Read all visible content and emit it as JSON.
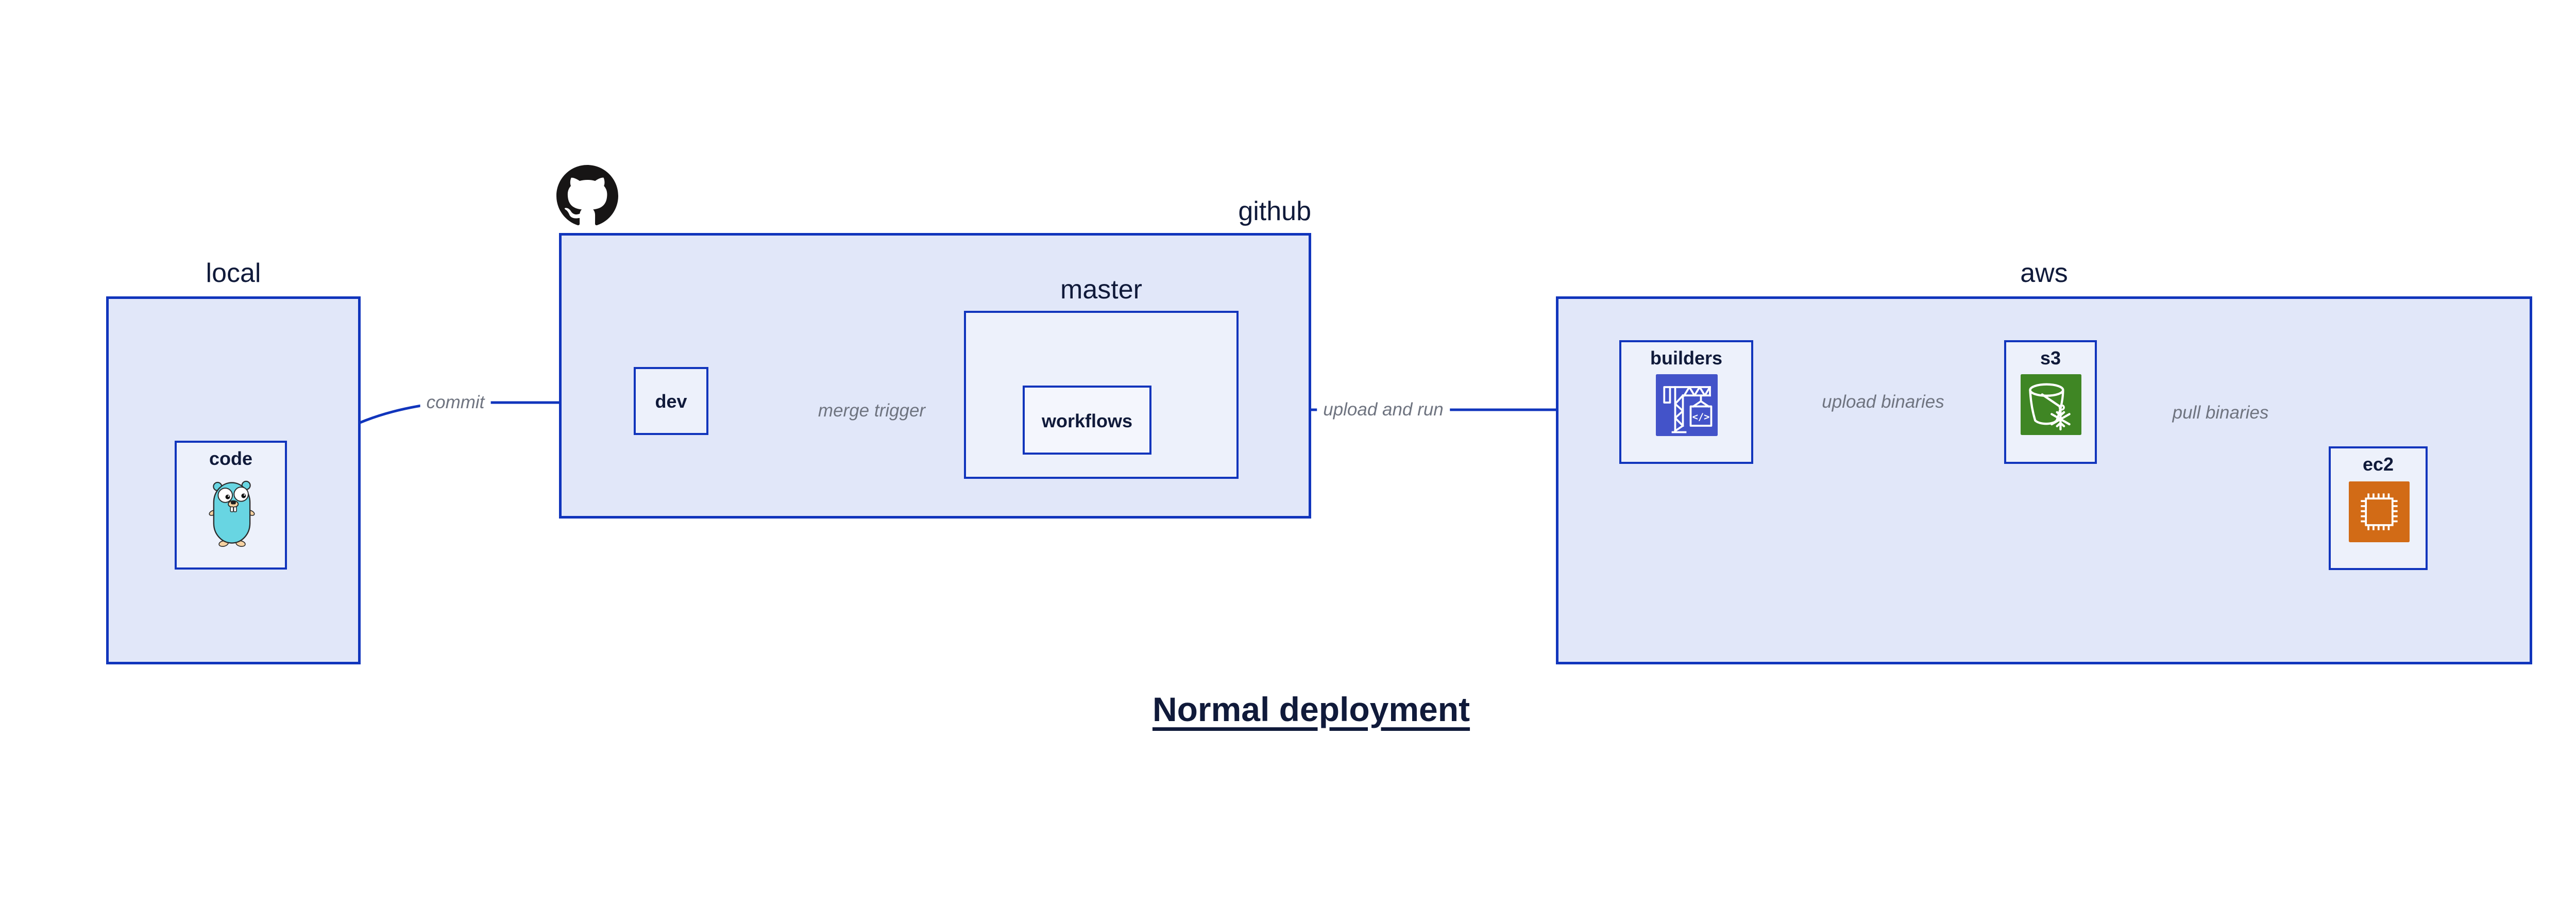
{
  "diagram_title": {
    "text": "Normal deployment"
  },
  "containers": {
    "local": {
      "label": "local"
    },
    "github": {
      "label": "github"
    },
    "master": {
      "label": "master"
    },
    "aws": {
      "label": "aws"
    }
  },
  "nodes": {
    "code": {
      "label": "code",
      "icon": "go-gopher"
    },
    "dev": {
      "label": "dev"
    },
    "workflows": {
      "label": "workflows"
    },
    "builders": {
      "label": "builders",
      "icon": "aws-codebuild-crane"
    },
    "s3": {
      "label": "s3",
      "icon": "aws-s3-glacier-bucket"
    },
    "ec2": {
      "label": "ec2",
      "icon": "aws-ec2-chip"
    }
  },
  "edges": [
    {
      "id": "commit",
      "label": "commit",
      "from": "code",
      "to": "dev"
    },
    {
      "id": "merge-trigger",
      "label": "merge trigger",
      "from": "dev",
      "to": "workflows"
    },
    {
      "id": "upload-and-run",
      "label": "upload and run",
      "from": "workflows",
      "to": "builders"
    },
    {
      "id": "upload-binaries",
      "label": "upload binaries",
      "from": "builders",
      "to": "s3"
    },
    {
      "id": "pull-binaries",
      "label": "pull binaries",
      "from": "s3",
      "to": "ec2"
    }
  ],
  "icons": {
    "codebuild_glyph": "</>"
  },
  "colors": {
    "border_blue": "#1135bc",
    "container_fill": "#e1e7f9",
    "node_fill": "#edf1fb",
    "nested_fill": "#f4f6fd",
    "label_navy": "#101a3a",
    "edge_label_gray": "#6f7480",
    "codebuild_indigo": "#4353c9",
    "glacier_green": "#3f8624",
    "ec2_orange": "#d26b16",
    "gopher_teal": "#68d5e2",
    "gopher_tan": "#f6d2a2",
    "octocat_black": "#171515",
    "page_background": "#ffffff"
  }
}
